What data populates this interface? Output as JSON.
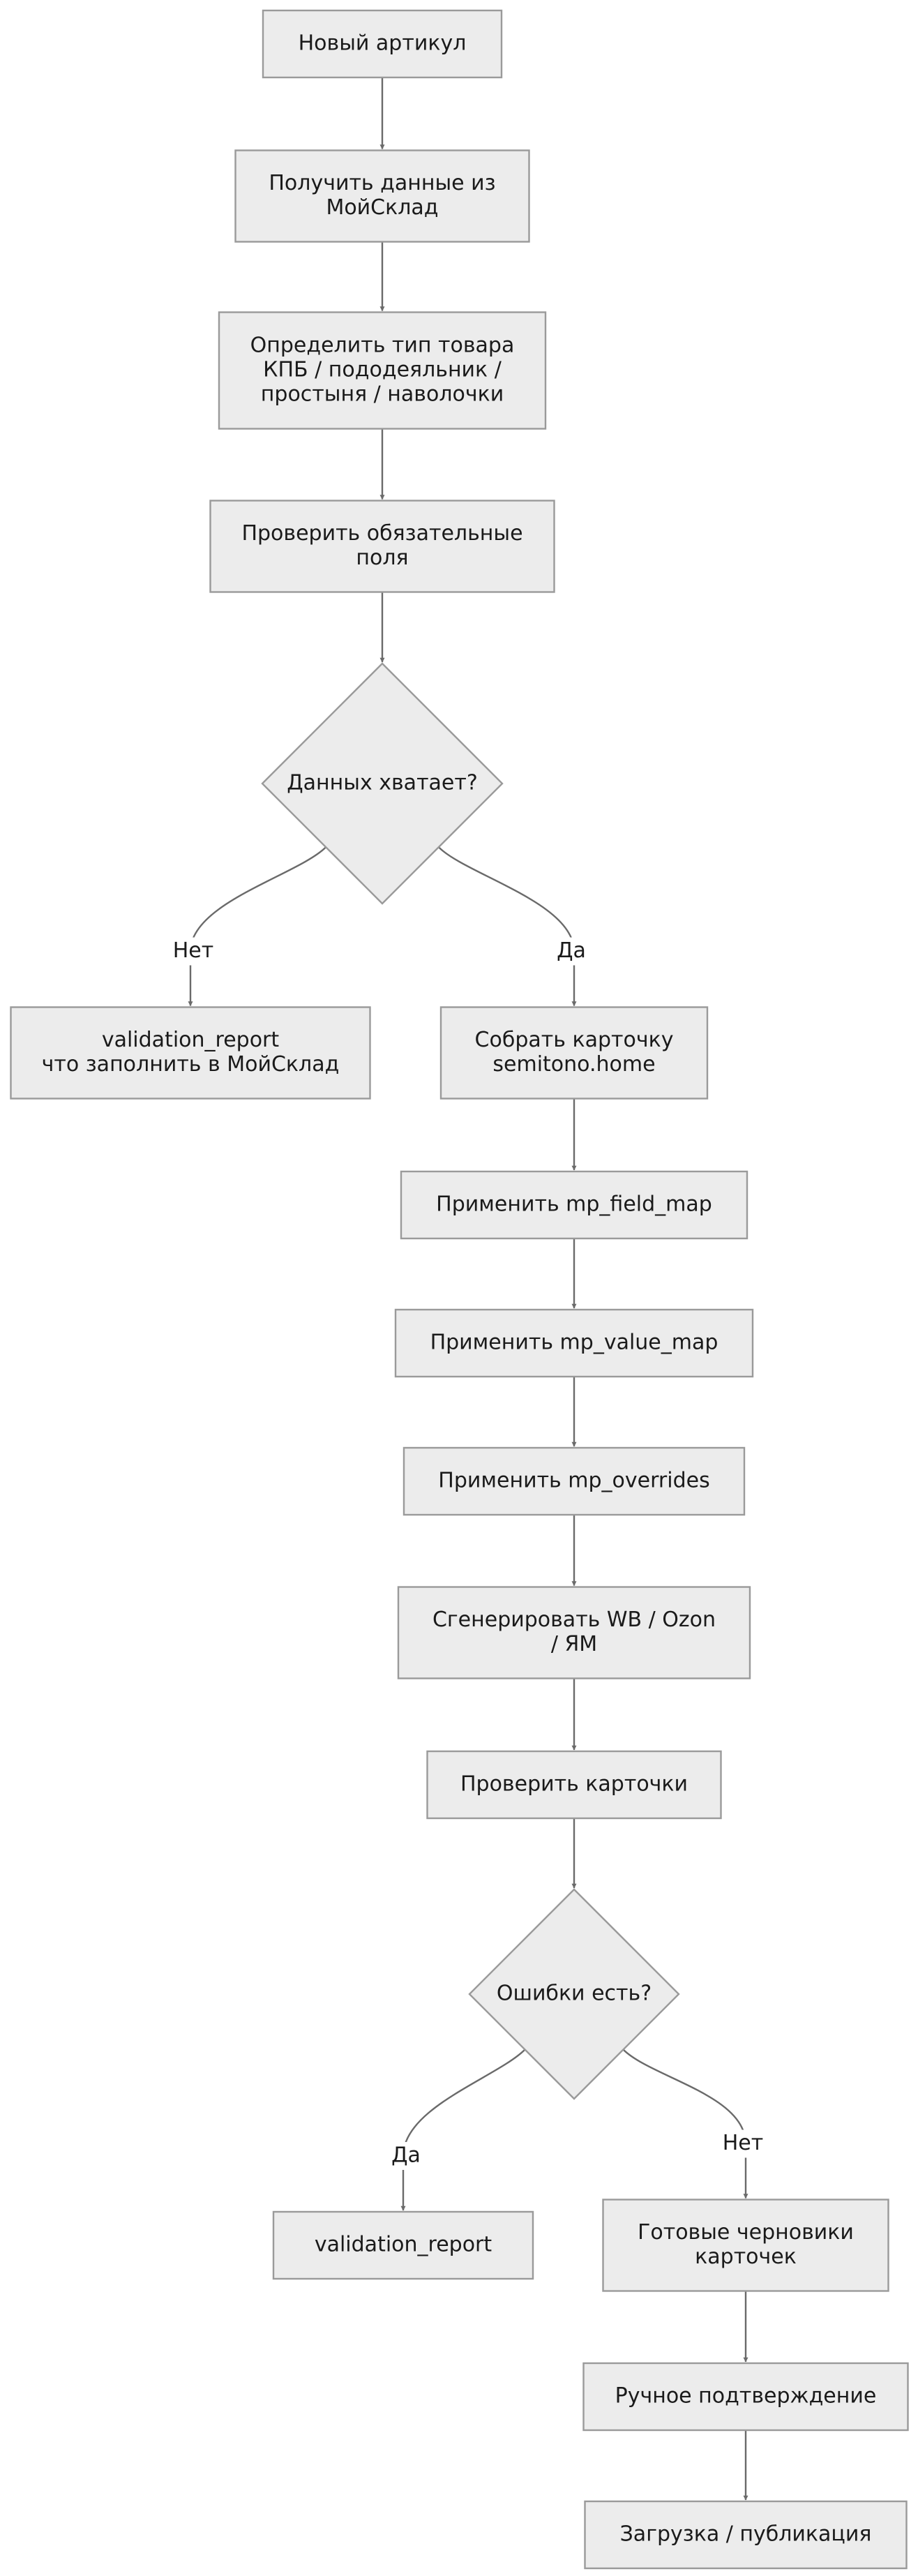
{
  "flowchart": {
    "nodes": {
      "new_sku": {
        "text": "Новый артикул"
      },
      "get_data": {
        "text": [
          "Получить данные из",
          "МойСклад"
        ]
      },
      "detect_type": {
        "text": [
          "Определить тип товара",
          "КПБ / пододеяльник /",
          "простыня / наволочки"
        ]
      },
      "check_fields": {
        "text": [
          "Проверить обязательные",
          "поля"
        ]
      },
      "enough_data": {
        "text": "Данных хватает?"
      },
      "report_missing": {
        "text": [
          "validation_report",
          "что заполнить в МойСклад"
        ]
      },
      "build_card": {
        "text": [
          "Собрать карточку",
          "semitono.home"
        ]
      },
      "apply_field_map": {
        "text": "Применить mp_field_map"
      },
      "apply_value_map": {
        "text": "Применить mp_value_map"
      },
      "apply_overrides": {
        "text": "Применить mp_overrides"
      },
      "generate": {
        "text": [
          "Сгенерировать WB / Ozon",
          "/ ЯМ"
        ]
      },
      "check_cards": {
        "text": "Проверить карточки"
      },
      "errors": {
        "text": "Ошибки есть?"
      },
      "report": {
        "text": "validation_report"
      },
      "drafts": {
        "text": [
          "Готовые черновики",
          "карточек"
        ]
      },
      "manual_confirm": {
        "text": "Ручное подтверждение"
      },
      "upload": {
        "text": "Загрузка / публикация"
      }
    },
    "edges": [
      {
        "from": "new_sku",
        "to": "get_data",
        "label": ""
      },
      {
        "from": "get_data",
        "to": "detect_type",
        "label": ""
      },
      {
        "from": "detect_type",
        "to": "check_fields",
        "label": ""
      },
      {
        "from": "check_fields",
        "to": "enough_data",
        "label": ""
      },
      {
        "from": "enough_data",
        "to": "report_missing",
        "label": "Нет"
      },
      {
        "from": "enough_data",
        "to": "build_card",
        "label": "Да"
      },
      {
        "from": "build_card",
        "to": "apply_field_map",
        "label": ""
      },
      {
        "from": "apply_field_map",
        "to": "apply_value_map",
        "label": ""
      },
      {
        "from": "apply_value_map",
        "to": "apply_overrides",
        "label": ""
      },
      {
        "from": "apply_overrides",
        "to": "generate",
        "label": ""
      },
      {
        "from": "generate",
        "to": "check_cards",
        "label": ""
      },
      {
        "from": "check_cards",
        "to": "errors",
        "label": ""
      },
      {
        "from": "errors",
        "to": "report",
        "label": "Да"
      },
      {
        "from": "errors",
        "to": "drafts",
        "label": "Нет"
      },
      {
        "from": "drafts",
        "to": "manual_confirm",
        "label": ""
      },
      {
        "from": "manual_confirm",
        "to": "upload",
        "label": ""
      }
    ]
  }
}
